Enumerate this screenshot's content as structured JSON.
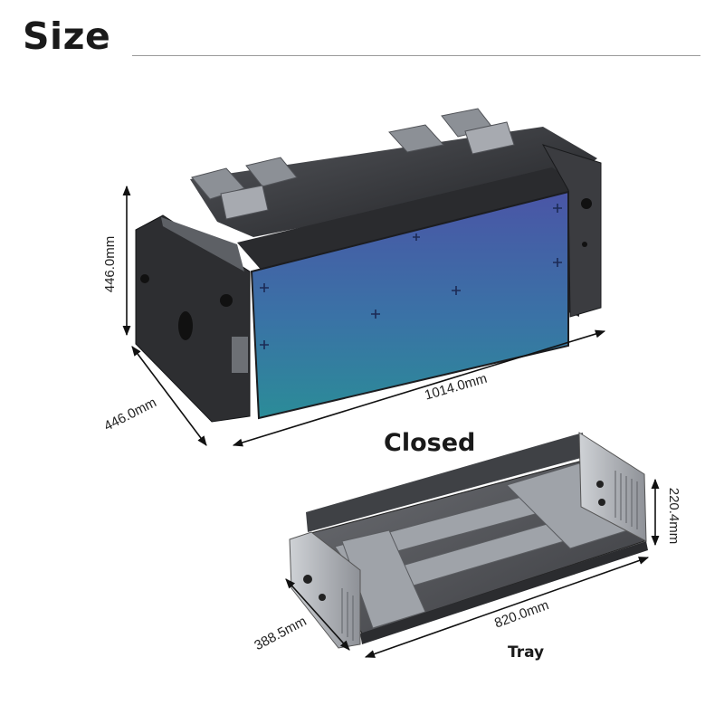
{
  "header": {
    "title": "Size"
  },
  "closed": {
    "caption": "Closed",
    "height": "446.0mm",
    "depth": "446.0mm",
    "length": "1014.0mm"
  },
  "tray": {
    "caption": "Tray",
    "height": "220.4mm",
    "depth": "388.5mm",
    "length": "820.0mm"
  },
  "colors": {
    "panel_top": "#4a5fa8",
    "panel_bottom": "#2f8a9a",
    "metal_dark": "#2e2f33",
    "metal_light": "#b8bcc2"
  }
}
